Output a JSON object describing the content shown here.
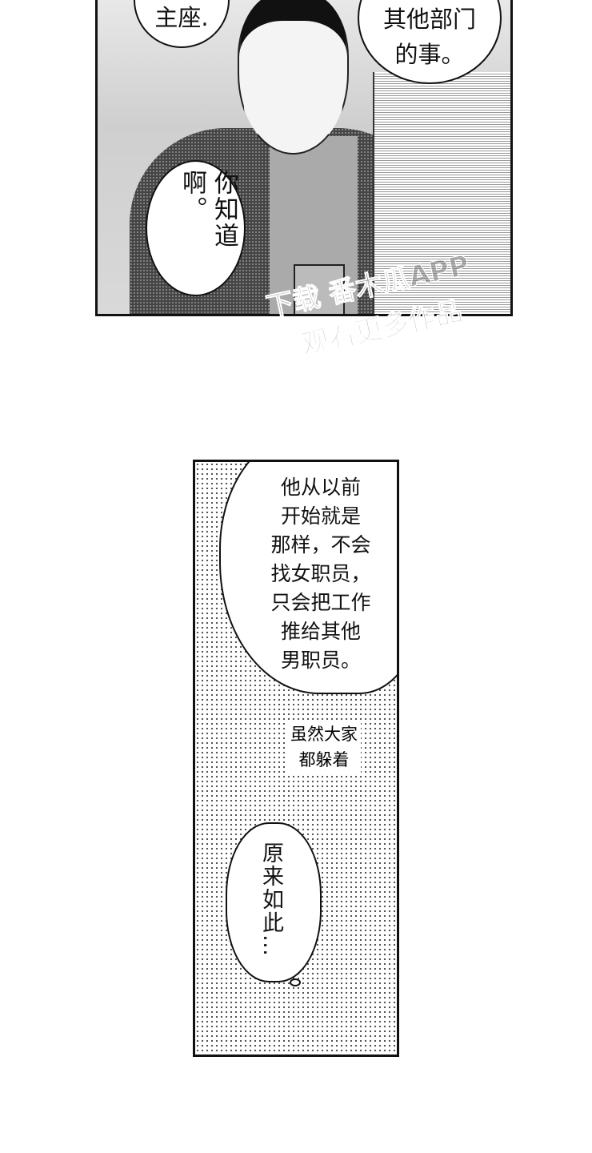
{
  "panel1": {
    "bubble_top_left": "主座.",
    "bubble_top_right": [
      "其他部门",
      "的事。"
    ],
    "bubble_left": "你知道啊。"
  },
  "watermark": {
    "line1": "下载 番木瓜APP",
    "line2": "观看更多作品"
  },
  "panel2": {
    "bubble_main": [
      "他从以前",
      "开始就是",
      "那样，不会",
      "找女职员，",
      "只会把工作",
      "推给其他",
      "男职员。"
    ],
    "narration": [
      "虽然大家",
      "都躲着"
    ],
    "thought_bubble": "原来如此…"
  }
}
